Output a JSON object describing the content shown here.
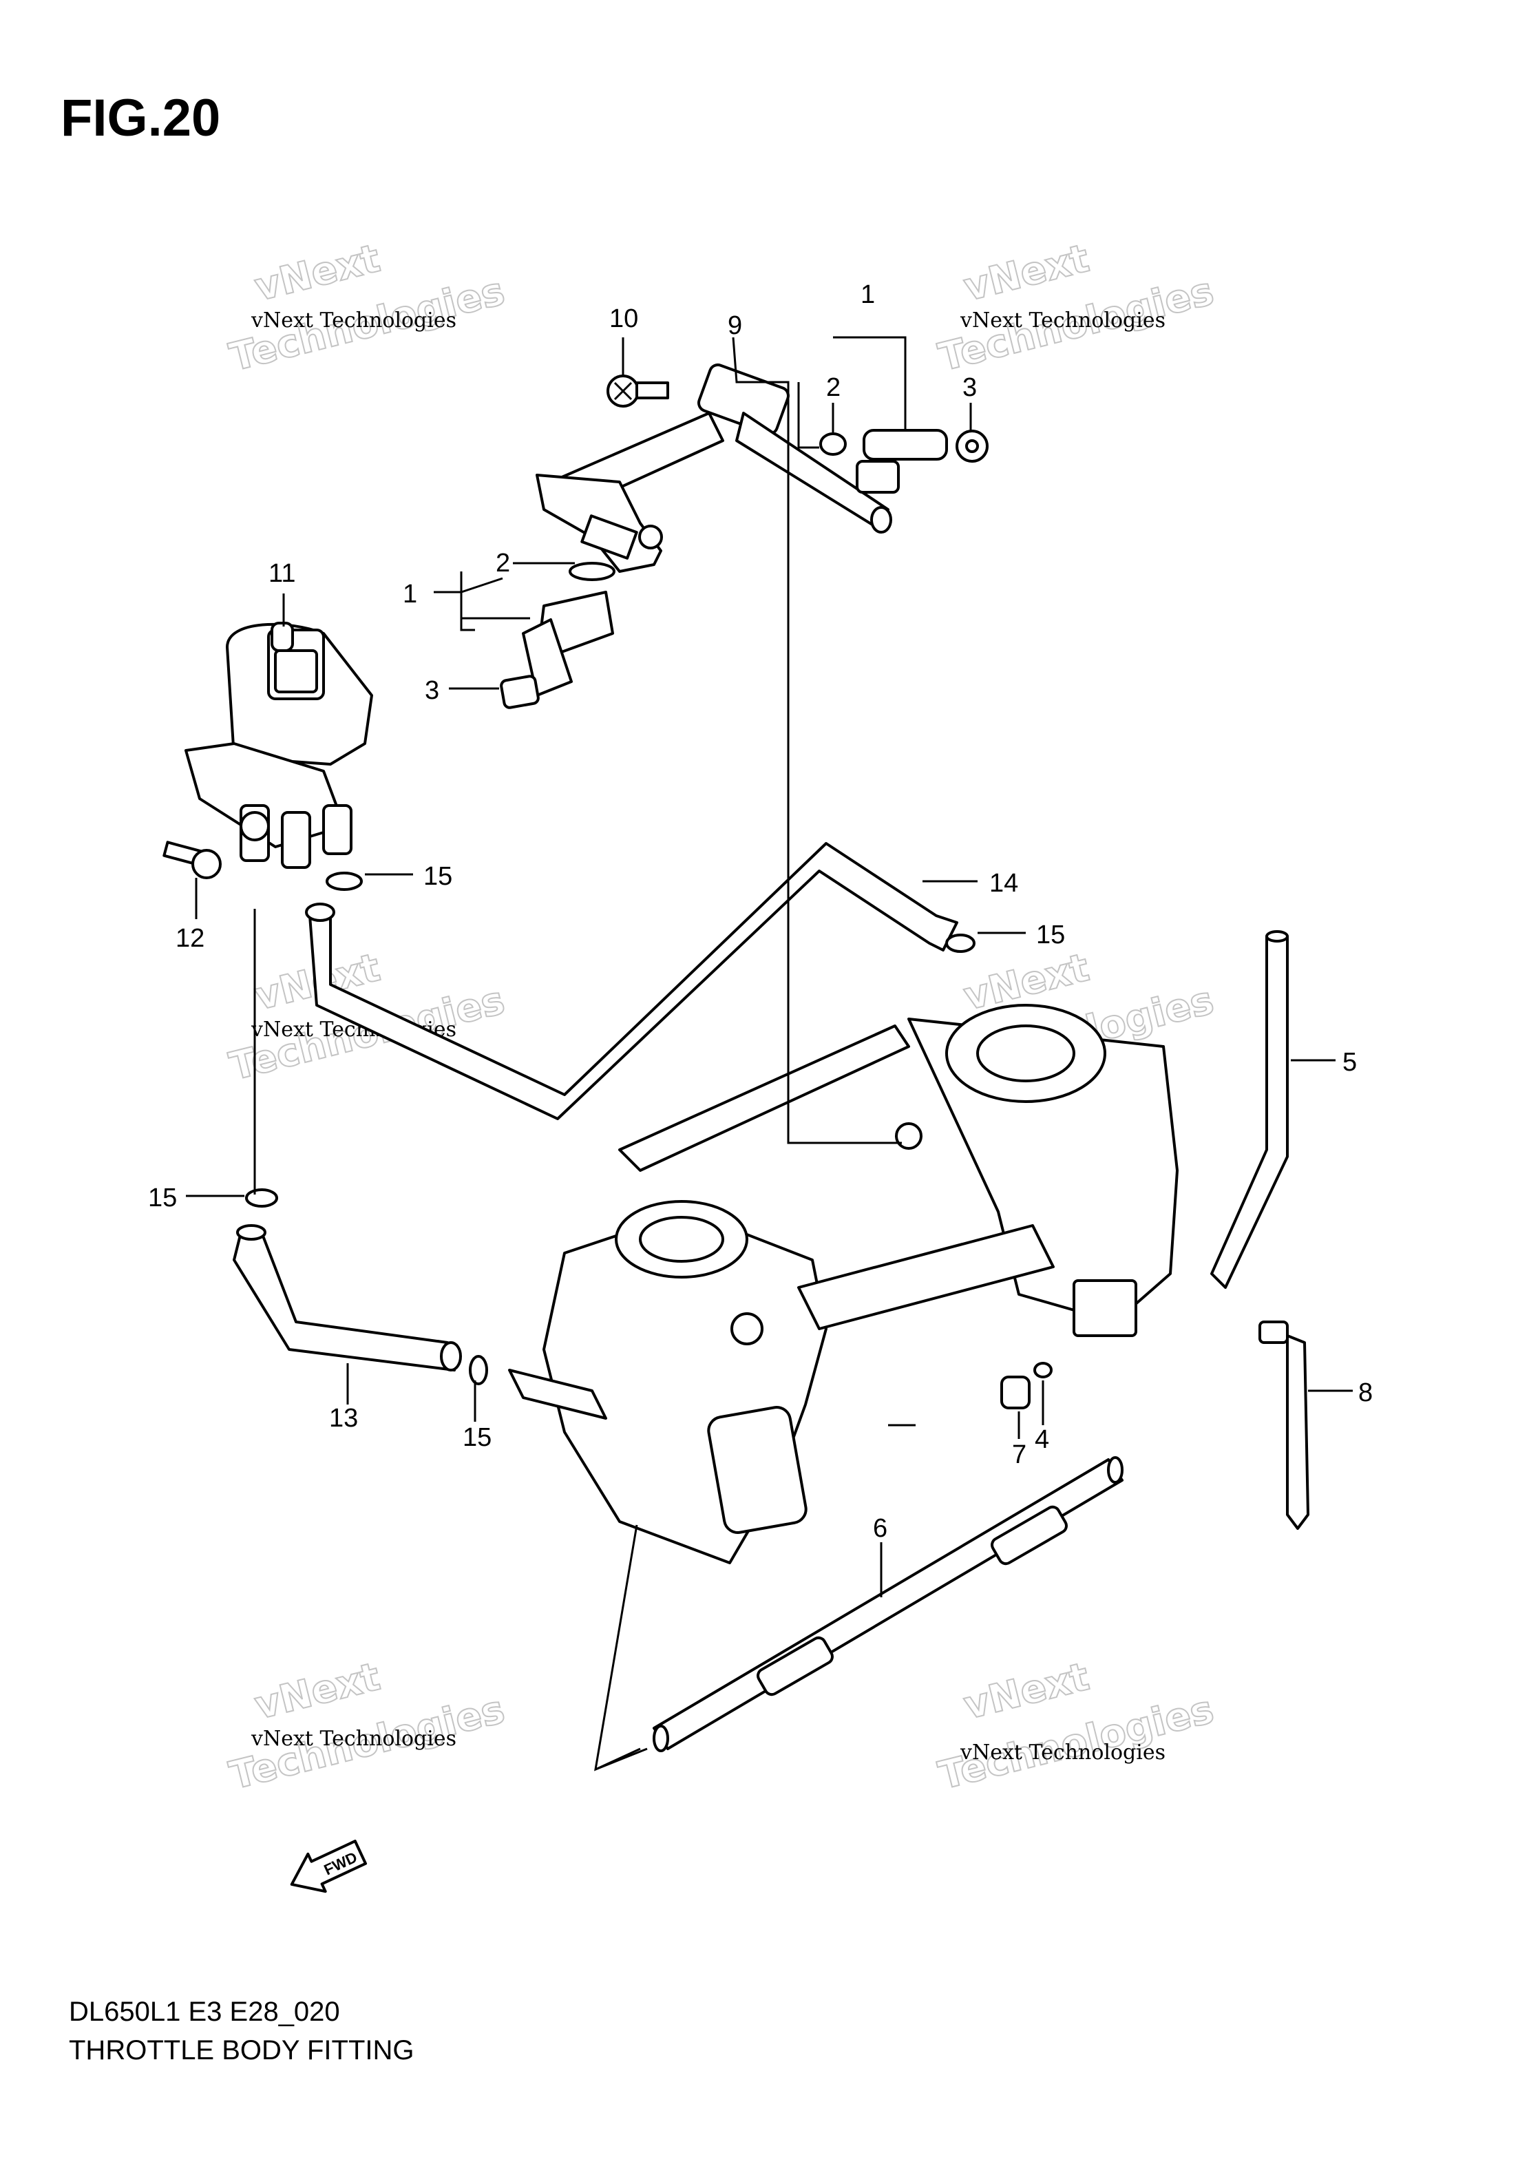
{
  "figure": {
    "title": "FIG.20",
    "code": "DL650L1 E3 E28_020",
    "name": "THROTTLE BODY FITTING"
  },
  "watermark": {
    "line": "vNext Technologies",
    "big_top": "vNext",
    "big_bottom": "Technologies",
    "color": "#c4c4c4"
  },
  "fwd_label": "FWD",
  "callouts": [
    "1",
    "2",
    "3",
    "10",
    "9",
    "1",
    "2",
    "3",
    "11",
    "12",
    "15",
    "14",
    "15",
    "5",
    "15",
    "13",
    "15",
    "7",
    "4",
    "8",
    "6"
  ]
}
